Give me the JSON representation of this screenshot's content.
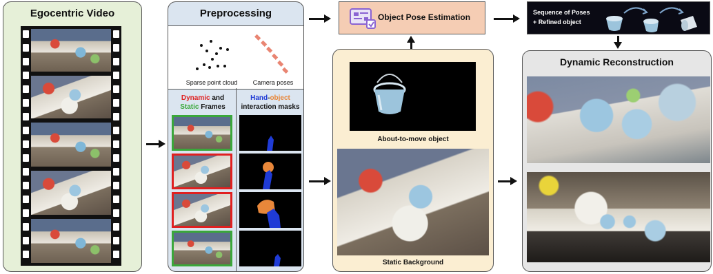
{
  "video_panel": {
    "title": "Egocentric Video"
  },
  "preprocessing": {
    "title": "Preprocessing",
    "point_cloud_caption": "Sparse point cloud",
    "camera_caption": "Camera poses",
    "frames_title": {
      "dynamic": "Dynamic",
      "and": " and",
      "static": "Static",
      "frames": " Frames"
    },
    "masks_title": {
      "hand": "Hand",
      "dash": "-",
      "object": "object",
      "rest": "interaction masks"
    }
  },
  "pose_estimation": {
    "title": "Object Pose Estimation"
  },
  "object_panel": {
    "about_caption": "About-to-move object",
    "static_caption": "Static Background"
  },
  "poses_box": {
    "line1": "Sequence of Poses",
    "line2": "+ Refined object"
  },
  "dynamic_panel": {
    "title": "Dynamic Reconstruction"
  },
  "colors": {
    "video_bg": "#e6f0d8",
    "preproc_bg": "#dbe5f0",
    "object_bg": "#fbeed2",
    "pose_bg": "#f5cdb4",
    "dynamic_bg": "#e6e6e6",
    "dynamic_red": "#e02020",
    "static_green": "#3aa73a",
    "hand_blue": "#1f3bd6",
    "object_orange": "#e8873a"
  }
}
